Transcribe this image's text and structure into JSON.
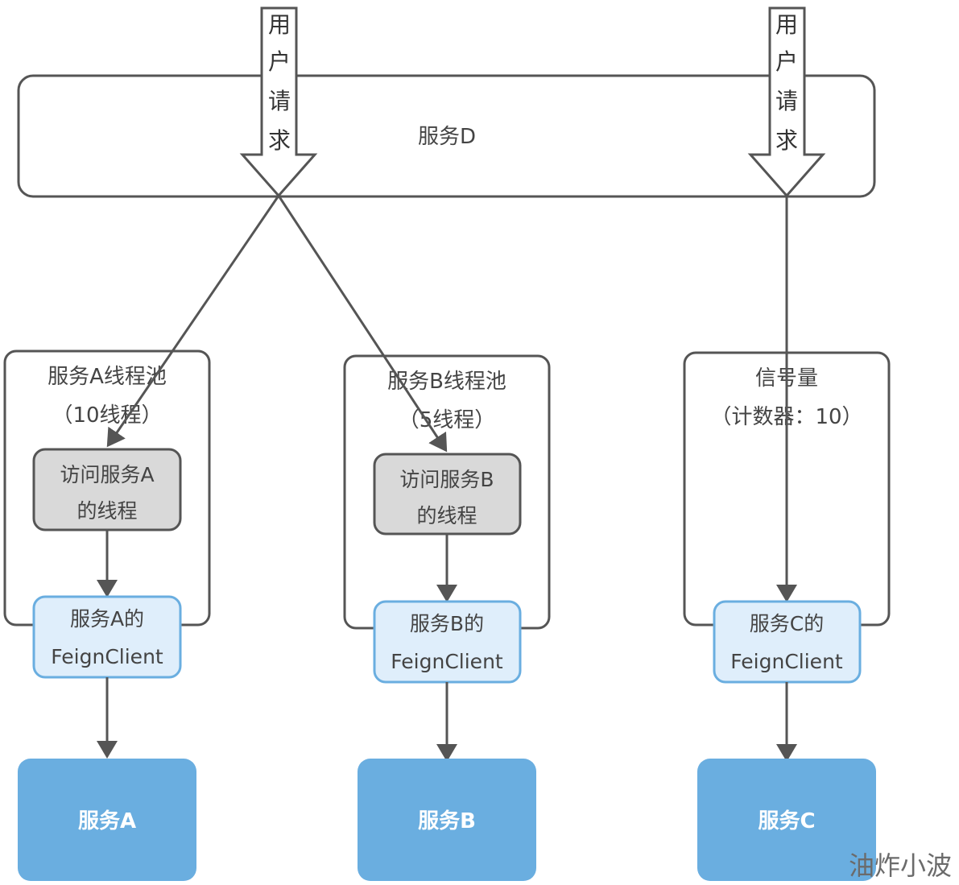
{
  "service_d": {
    "label": "服务D"
  },
  "user_request_left": {
    "chars": [
      "用",
      "户",
      "请",
      "求"
    ]
  },
  "user_request_right": {
    "chars": [
      "用",
      "户",
      "请",
      "求"
    ]
  },
  "pool_a": {
    "title": "服务A线程池",
    "subtitle": "（10线程）"
  },
  "pool_b": {
    "title": "服务B线程池",
    "subtitle": "（5线程）"
  },
  "semaphore": {
    "title": "信号量",
    "subtitle": "（计数器：10）"
  },
  "thread_a": {
    "line1": "访问服务A",
    "line2": "的线程"
  },
  "thread_b": {
    "line1": "访问服务B",
    "line2": "的线程"
  },
  "feign_a": {
    "line1": "服务A的",
    "line2": "FeignClient"
  },
  "feign_b": {
    "line1": "服务B的",
    "line2": "FeignClient"
  },
  "feign_c": {
    "line1": "服务C的",
    "line2": "FeignClient"
  },
  "service_a": {
    "label": "服务A"
  },
  "service_b": {
    "label": "服务B"
  },
  "service_c": {
    "label": "服务C"
  },
  "watermark": {
    "text": "油炸小波"
  },
  "colors": {
    "stroke": "#555555",
    "thread_fill": "#d9d9d9",
    "feign_fill": "#dfeefb",
    "feign_stroke": "#6aaee0",
    "service_fill": "#6aaee0",
    "service_text": "#ffffff",
    "text": "#444444"
  }
}
